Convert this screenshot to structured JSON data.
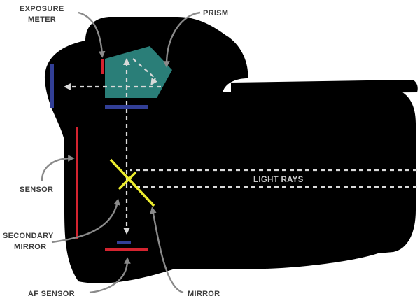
{
  "labels": {
    "exposure_meter_1": "EXPOSURE",
    "exposure_meter_2": "METER",
    "prism": "PRISM",
    "sensor": "SENSOR",
    "light_rays": "LIGHT RAYS",
    "secondary_mirror_1": "SECONDARY",
    "secondary_mirror_2": "MIRROR",
    "af_sensor": "AF SENSOR",
    "mirror": "MIRROR"
  },
  "colors": {
    "body": "#000000",
    "prism": "#2a7e78",
    "viewfinder": "#323f96",
    "sensor": "#d42430",
    "mirror": "#eded2e",
    "ray": "#d9d9d9",
    "callout": "#8a8a8a",
    "label": "#3d3d3d",
    "label_light": "#c9c9c9"
  }
}
